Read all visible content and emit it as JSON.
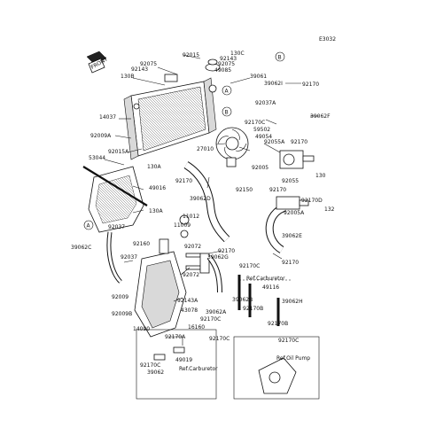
{
  "diagram": {
    "code": "E3032",
    "front_label": "FRONT"
  },
  "markers": {
    "a": "A",
    "b": "B"
  },
  "labels": {
    "p92015_top": "92015",
    "p130c": "130C",
    "p92143_top": "92143",
    "p92075_right": "92075",
    "p49085": "49085",
    "p92075_left": "92075",
    "p92143_left": "92143",
    "p130b": "130B",
    "p39061": "39061",
    "p39062i": "39062I",
    "p92170_top": "92170",
    "p92037a": "92037A",
    "p14037": "14037",
    "p39062f": "39062F",
    "p92170c_top": "92170C",
    "p59502": "59502",
    "p92009a": "92009A",
    "p49054": "49054",
    "p92055a": "92055A",
    "p92170_mid": "92170",
    "p27010": "27010",
    "p92015a": "92015A",
    "p53044": "53044",
    "p130a_1": "130A",
    "p92005": "92005",
    "p130": "130",
    "p92170_left": "92170",
    "p92055": "92055",
    "p49016": "49016",
    "p92150": "92150",
    "p92170_right": "92170",
    "p39062d": "39062D",
    "p92170d": "92170D",
    "p130a_2": "130A",
    "p92005a": "92005A",
    "p132": "132",
    "p11012": "11012",
    "p11009": "11009",
    "p92037": "92037",
    "p39062e": "39062E",
    "p92160": "92160",
    "p92072_top": "92072",
    "p39062c": "39062C",
    "p92170_center": "92170",
    "p92037_lower": "92037",
    "p39062g": "39062G",
    "p92170_lower": "92170",
    "p92170c_mid": "92170C",
    "p92072_mid": "92072",
    "ref_carburetor": "Ref.Carburetor",
    "p49116": "49116",
    "p92009": "92009",
    "p92143a": "92143A",
    "p39062b": "39062B",
    "p39062h": "39062H",
    "p92170b_1": "92170B",
    "p43078": "43078",
    "p39062a": "39062A",
    "p92009b": "92009B",
    "p92170c_low": "92170C",
    "p92170b_2": "92170B",
    "p16160": "16160",
    "p14090": "14090",
    "p92170c_box": "92170C",
    "p92170a": "92170A",
    "p92170c_right": "92170C",
    "p49019": "49019",
    "ref_oil_pump": "Ref.Oil Pump",
    "p92170c_box2": "92170C",
    "p39062": "39062"
  }
}
